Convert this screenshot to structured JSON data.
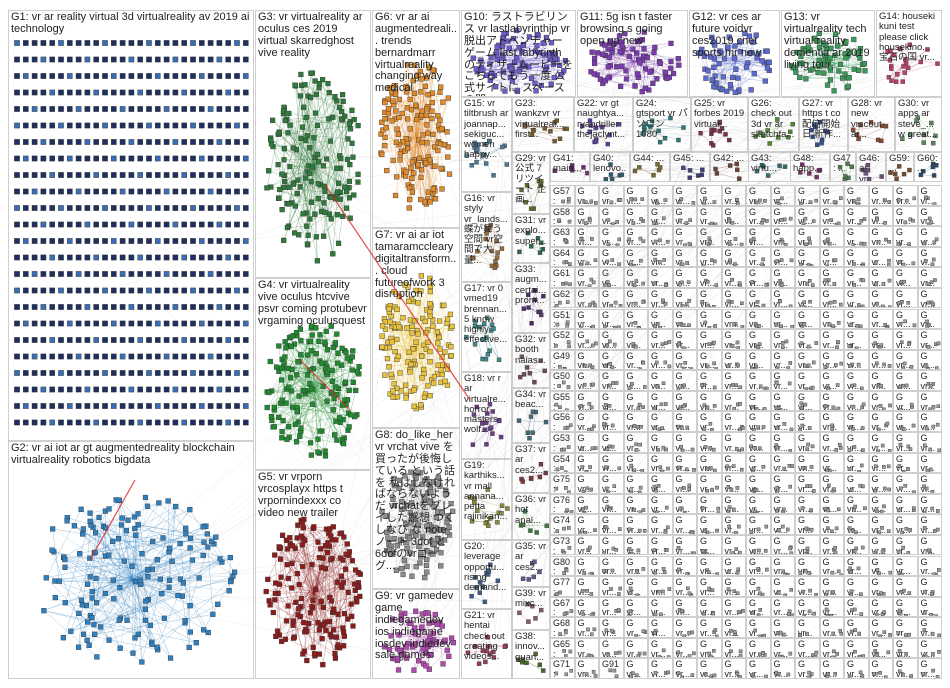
{
  "groups": [
    {
      "id": "G1",
      "label": "G1: vr ar reality virtual 3d virtualreality av 2019 ai technology",
      "color": "#1f2f5e"
    },
    {
      "id": "G2",
      "label": "G2: vr ai iot ar gt augmentedreality blockchain virtualreality robotics bigdata",
      "color": "#2f80c0"
    },
    {
      "id": "G3",
      "label": "G3: vr virtualreality ar oculus ces 2019 virtual skarredghost vive reality",
      "color": "#2e7a3a"
    },
    {
      "id": "G4",
      "label": "G4: vr virtualreality vive oculus htcvive psvr coming protubevr vrgaming oculusquest",
      "color": "#1e8c2e"
    },
    {
      "id": "G5",
      "label": "G5: vr vrporn vrcosplayx https t vrpornindexxx co video new trailer",
      "color": "#8c1c1c"
    },
    {
      "id": "G6",
      "label": "G6: vr ar ai augmentedreali... trends bernardmarr virtualreality changing way medical",
      "color": "#e08a2a"
    },
    {
      "id": "G7",
      "label": "G7: vr ai ar iot tamaramccleary digitaltransform... cloud futureofwork 3 disruption",
      "color": "#e8c23a"
    },
    {
      "id": "G8",
      "label": "G8: do_like_her vr vrchat vive を 買ったが後悔している という話を 私はしなければならないようだ vrchatをプレイした感想 つくしなび な note ノート 3dof と6dofのvrゴーグ...",
      "color": "#8c8c8c"
    },
    {
      "id": "G9",
      "label": "G9: vr gamedev game indiegamedev ios indiegame iosdev indiedev sale games",
      "color": "#b04ab0"
    },
    {
      "id": "G10",
      "label": "G10: ラストラビリンス vr lastlabyrinthjp vr脱出アドベンチャーゲーム last labyrinth のティザームービーをこちらでもう一度 公式サイトに スペースの聞...",
      "color": "#6a5acd"
    },
    {
      "id": "G11",
      "label": "G11: 5g isn t faster browsing s going open up new",
      "color": "#7a3ab0"
    },
    {
      "id": "G12",
      "label": "G12: vr ces ar future voidvr ces2019 cnet sports mr new",
      "color": "#5a6ad0"
    },
    {
      "id": "G13",
      "label": "G13: vr virtualreality tech virtual reality dementia ar 2019 living tour",
      "color": "#3a9a5a"
    },
    {
      "id": "G14",
      "label": "G14: houseki kuni test please click housekino... 宝石の国 vr...",
      "color": "#c03a6a"
    },
    {
      "id": "G15",
      "label": "G15: vr tiltbrush ar joannap... sekiguc... women happy...",
      "color": "#4a7a9a"
    },
    {
      "id": "G16",
      "label": "G16: vr styly vr_lands... 蝶が舞う 空間 vr空間で大量...",
      "color": "#9a6a3a"
    },
    {
      "id": "G17",
      "label": "G17: vr 0 vmed19 brennan... 5 know highly effective...",
      "color": "#3a8a8a"
    },
    {
      "id": "G18",
      "label": "G18: vr r ar virtualre... horror masters wolf...",
      "color": "#6a3a8a"
    },
    {
      "id": "G19",
      "label": "G19: karthiks... vr mall annana... petta rajinikan...",
      "color": "#8a8a3a"
    },
    {
      "id": "G20",
      "label": "G20: leverage opportu... rising demand...",
      "color": "#3a5a8a"
    },
    {
      "id": "G21",
      "label": "G21: vr hentai check out creating videos...",
      "color": "#9a3a5a"
    },
    {
      "id": "G22",
      "label": "G22: vr gt naughtya... ryandriller thejaclynt...",
      "color": "#5a3a9a"
    },
    {
      "id": "G23",
      "label": "G23: wankzvr vr virtualreal... first...",
      "color": "#7a5a2a"
    },
    {
      "id": "G24",
      "label": "G24: gtsport vr パソコン 1080",
      "color": "#2a7a7a"
    },
    {
      "id": "G25",
      "label": "G25: vr forbes 2019 virtual...",
      "color": "#7a2a4a"
    },
    {
      "id": "G26",
      "label": "G26: check out 3d vr ar sketchfa...",
      "color": "#4a8a2a"
    },
    {
      "id": "G27",
      "label": "G27: vr https t co 配信開始 日 新作...",
      "color": "#2a4a8a"
    },
    {
      "id": "G28",
      "label": "G28: vr new vrscout ar...",
      "color": "#8a4a2a"
    },
    {
      "id": "G30",
      "label": "G30: vr apps ar steve_... w great...",
      "color": "#5a8a5a"
    },
    {
      "id": "G29",
      "label": "G29: vr 公式 7 リツイート 企画...",
      "color": "#6a6a2a"
    },
    {
      "id": "G31",
      "label": "G31: vr explo... super...",
      "color": "#2a6a4a"
    },
    {
      "id": "G33",
      "label": "G33: augm... certai... prom...",
      "color": "#4a2a6a"
    },
    {
      "id": "G32",
      "label": "G32: vr booth naias...",
      "color": "#6a4a4a"
    },
    {
      "id": "G34",
      "label": "G34: vr beac...",
      "color": "#3a6a7a"
    },
    {
      "id": "G37",
      "label": "G37: vr ar ces2...",
      "color": "#7a3a3a"
    },
    {
      "id": "G36",
      "label": "G36: vr hot anal...",
      "color": "#3a7a3a"
    },
    {
      "id": "G35",
      "label": "G35: vr ar ces2...",
      "color": "#5a5a8a"
    },
    {
      "id": "G39",
      "label": "G39: vr mixc...",
      "color": "#8a5a6a"
    },
    {
      "id": "G38",
      "label": "G38: innov... quan...",
      "color": "#4a6a2a"
    },
    {
      "id": "G41",
      "label": "G41: main...",
      "color": "#6a2a6a"
    },
    {
      "id": "G40",
      "label": "G40: lenovo...",
      "color": "#2a5a6a"
    },
    {
      "id": "G44",
      "label": "G44: ...",
      "color": "#7a6a2a"
    },
    {
      "id": "G45",
      "label": "G45: ...",
      "color": "#3a3a7a"
    },
    {
      "id": "G42",
      "label": "G42: ...",
      "color": "#6a3a2a"
    },
    {
      "id": "G43",
      "label": "G43: virtu...",
      "color": "#2a6a6a"
    },
    {
      "id": "G48",
      "label": "G48: happ...",
      "color": "#7a2a6a"
    },
    {
      "id": "G47",
      "label": "G47: ...",
      "color": "#4a7a4a"
    },
    {
      "id": "G46",
      "label": "G46: ai vr...",
      "color": "#6a4a7a"
    },
    {
      "id": "G59",
      "label": "G59: ...",
      "color": "#7a4a2a"
    },
    {
      "id": "G60",
      "label": "G60: ...",
      "color": "#2a4a6a"
    }
  ],
  "grid_small": {
    "label_prefix": "G",
    "item_label": "vr...",
    "row_labels": [
      "G57: late...",
      "G58: test...",
      "G63: fant...",
      "G64: 4ir...",
      "G61: ar...",
      "G62: vr...",
      "G51: loo...",
      "G52: ar...",
      "G49: vr...",
      "G50: late...",
      "G55: vr...",
      "G56: virt...",
      "G53: vr...",
      "G54: http...",
      "G75: vr...",
      "G76: vrp...",
      "G74: ar...",
      "G73: stu...",
      "G80: tec...",
      "G77: wo...",
      "G67: five...",
      "G68: ...",
      "G65: vr...",
      "G71: cre..."
    ],
    "color": "#9a9a9a",
    "last_label": "G91"
  }
}
